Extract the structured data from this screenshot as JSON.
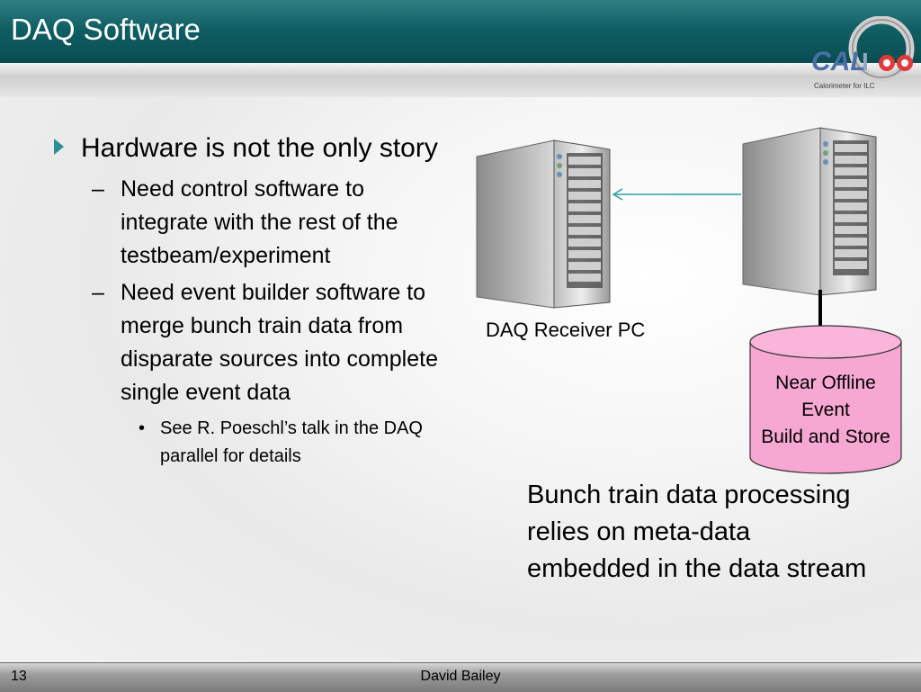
{
  "slide": {
    "title": "DAQ Software",
    "bullets": {
      "b1": "Hardware is not the only story",
      "b1_1": "Need control software to integrate with the rest of the testbeam/experiment",
      "b1_2": "Need event builder software to merge bunch train data from disparate sources into complete single event data",
      "b1_2_1": "See R. Poeschl’s talk in the DAQ parallel for details"
    },
    "diagram": {
      "receiver_label": "DAQ Receiver PC",
      "database_label": [
        "Near Offline",
        "Event",
        "Build and Store"
      ],
      "note": "Bunch train data processing relies on meta-data embedded in the data stream"
    },
    "footer": {
      "page_number": "13",
      "author": "David Bailey"
    },
    "logo": {
      "text": "CALICE",
      "subtitle": "Calorimeter for ILC"
    }
  },
  "colors": {
    "header": "#0f5f64",
    "bullet_accent": "#2a8f95",
    "arrow": "#2a9f9c",
    "database_fill": "#f7a8d2"
  }
}
